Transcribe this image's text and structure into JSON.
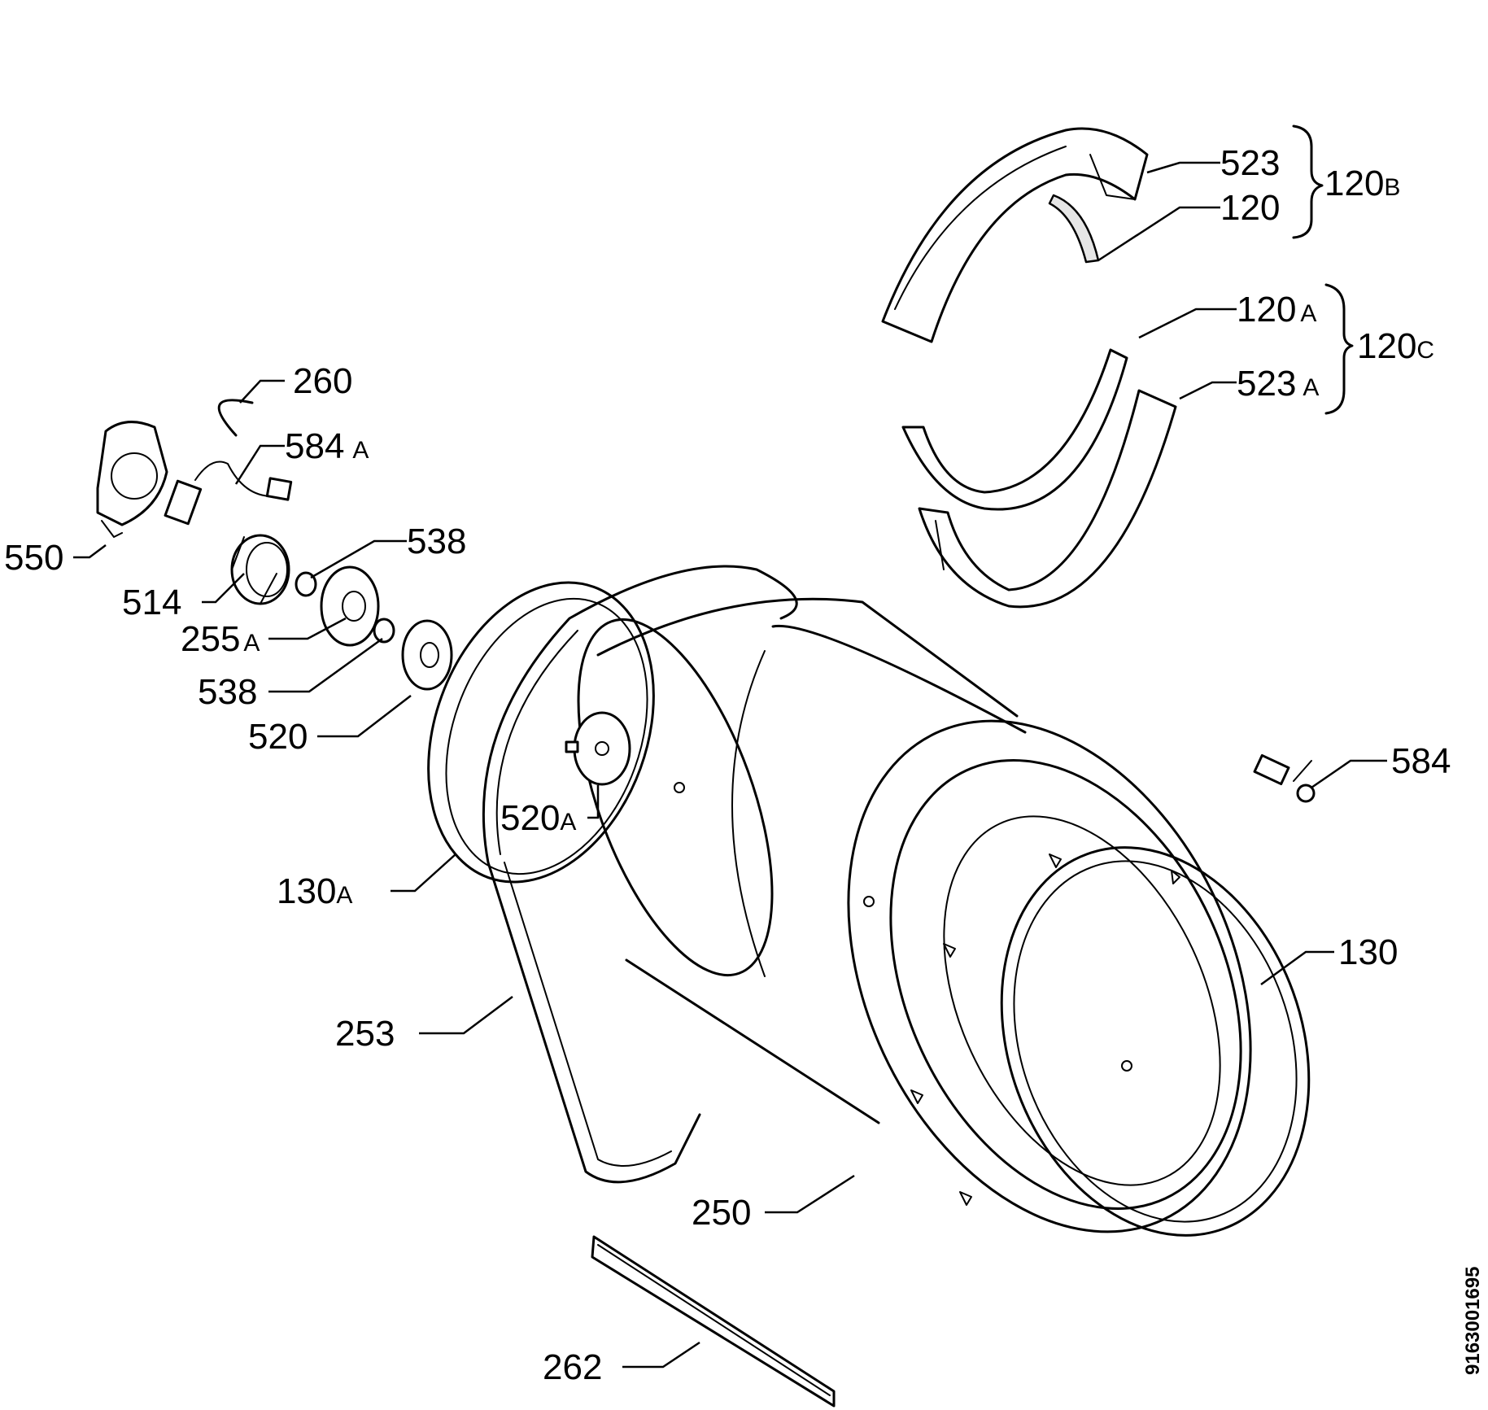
{
  "labels": {
    "l523": "523",
    "l120": "120",
    "l120b": "120",
    "l120b_suffix": "B",
    "l120a": "120",
    "l120a_suffix": "A",
    "l120c": "120",
    "l120c_suffix": "C",
    "l523a": "523",
    "l523a_suffix": "A",
    "l260": "260",
    "l584a": "584",
    "l584a_suffix": "A",
    "l550": "550",
    "l538_top": "538",
    "l514": "514",
    "l255a": "255",
    "l255a_suffix": "A",
    "l538_bottom": "538",
    "l520": "520",
    "l520a": "520",
    "l520a_suffix": "A",
    "l584": "584",
    "l130a": "130",
    "l130a_suffix": "A",
    "l130": "130",
    "l253": "253",
    "l250": "250",
    "l262": "262"
  },
  "reference_number": "9163001695"
}
